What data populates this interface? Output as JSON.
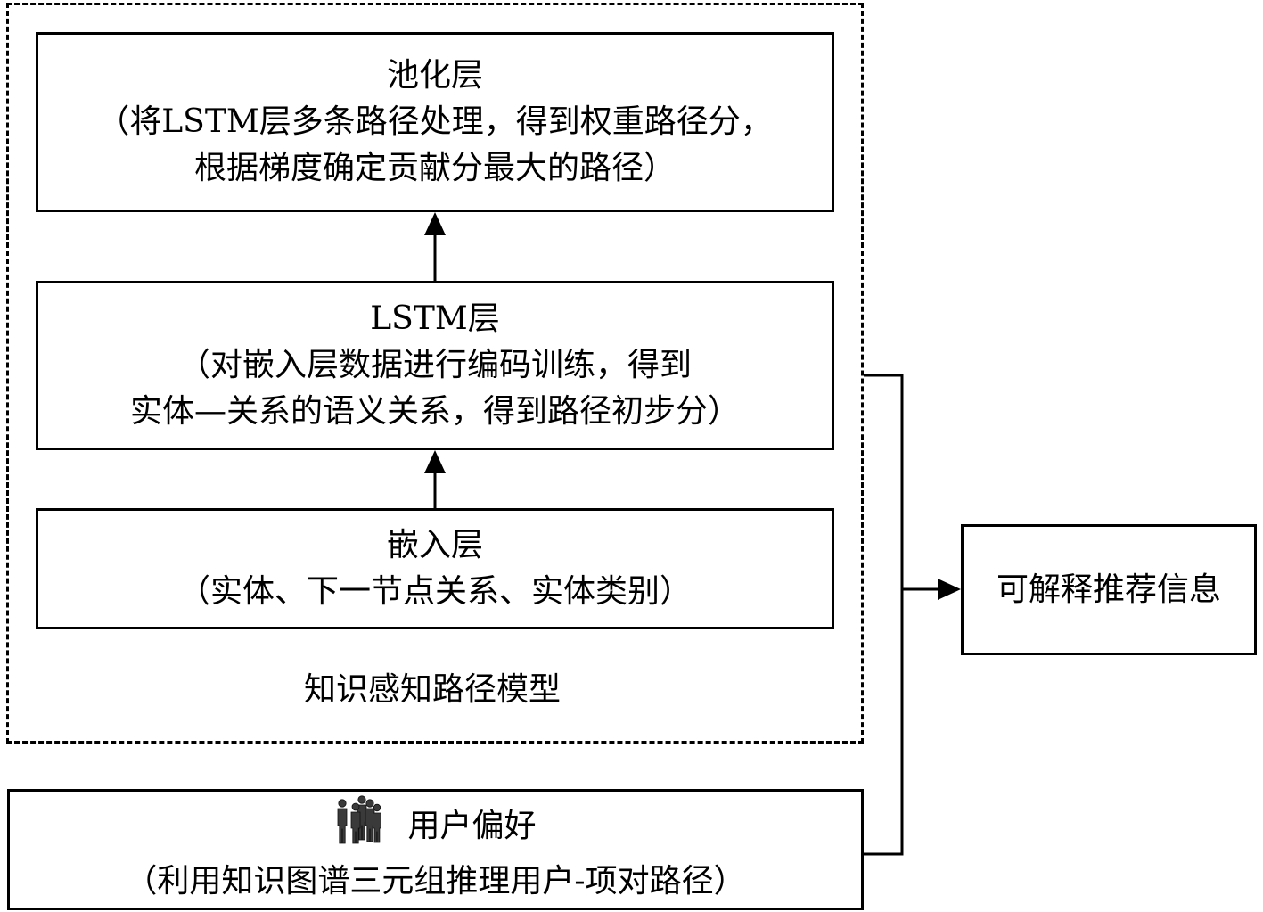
{
  "pooling_layer": {
    "title": "池化层",
    "desc_line1": "（将LSTM层多条路径处理，得到权重路径分，",
    "desc_line2": "根据梯度确定贡献分最大的路径）"
  },
  "lstm_layer": {
    "title": "LSTM层",
    "desc_line1": "（对嵌入层数据进行编码训练，得到",
    "desc_line2": "实体—关系的语义关系，得到路径初步分）"
  },
  "embedding_layer": {
    "title": "嵌入层",
    "desc_line1": "（实体、下一节点关系、实体类别）"
  },
  "model_label": "知识感知路径模型",
  "output": {
    "label": "可解释推荐信息"
  },
  "user_preference": {
    "icon": "users-icon",
    "title": "用户偏好",
    "desc_line1": "（利用知识图谱三元组推理用户-项对路径）"
  },
  "colors": {
    "stroke": "#000000",
    "background": "#ffffff",
    "icon_fill": "#3a3a3a"
  }
}
